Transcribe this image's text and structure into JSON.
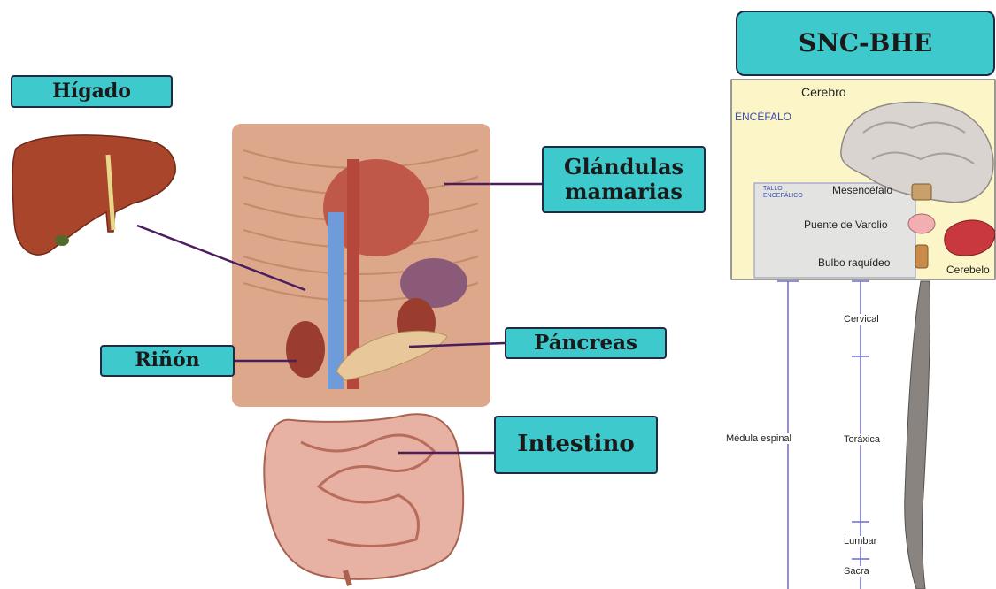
{
  "organs": {
    "higado": "Hígado",
    "glandulas_line1": "Glándulas",
    "glandulas_line2": "mamarias",
    "rinon": "Riñón",
    "pancreas": "Páncreas",
    "intestino": "Intestino"
  },
  "cns": {
    "title": "SNC-BHE",
    "cerebro": "Cerebro",
    "encefalo": "ENCÉFALO",
    "tallo_line1": "TALLO",
    "tallo_line2": "ENCEFÁLICO",
    "mesencefalo": "Mesencéfalo",
    "puente": "Puente de Varolio",
    "bulbo": "Bulbo raquídeo",
    "cerebelo": "Cerebelo",
    "medula": "Médula espinal",
    "cervical": "Cervical",
    "toracica": "Toráxica",
    "lumbar": "Lumbar",
    "sacra": "Sacra"
  },
  "colors": {
    "label_fill": "#3ec9cc",
    "label_border": "#1f2a44",
    "pointer_line": "#4b1d5e",
    "brain_panel": "#fbf5c8",
    "encefalo_text": "#3a4bb0"
  }
}
